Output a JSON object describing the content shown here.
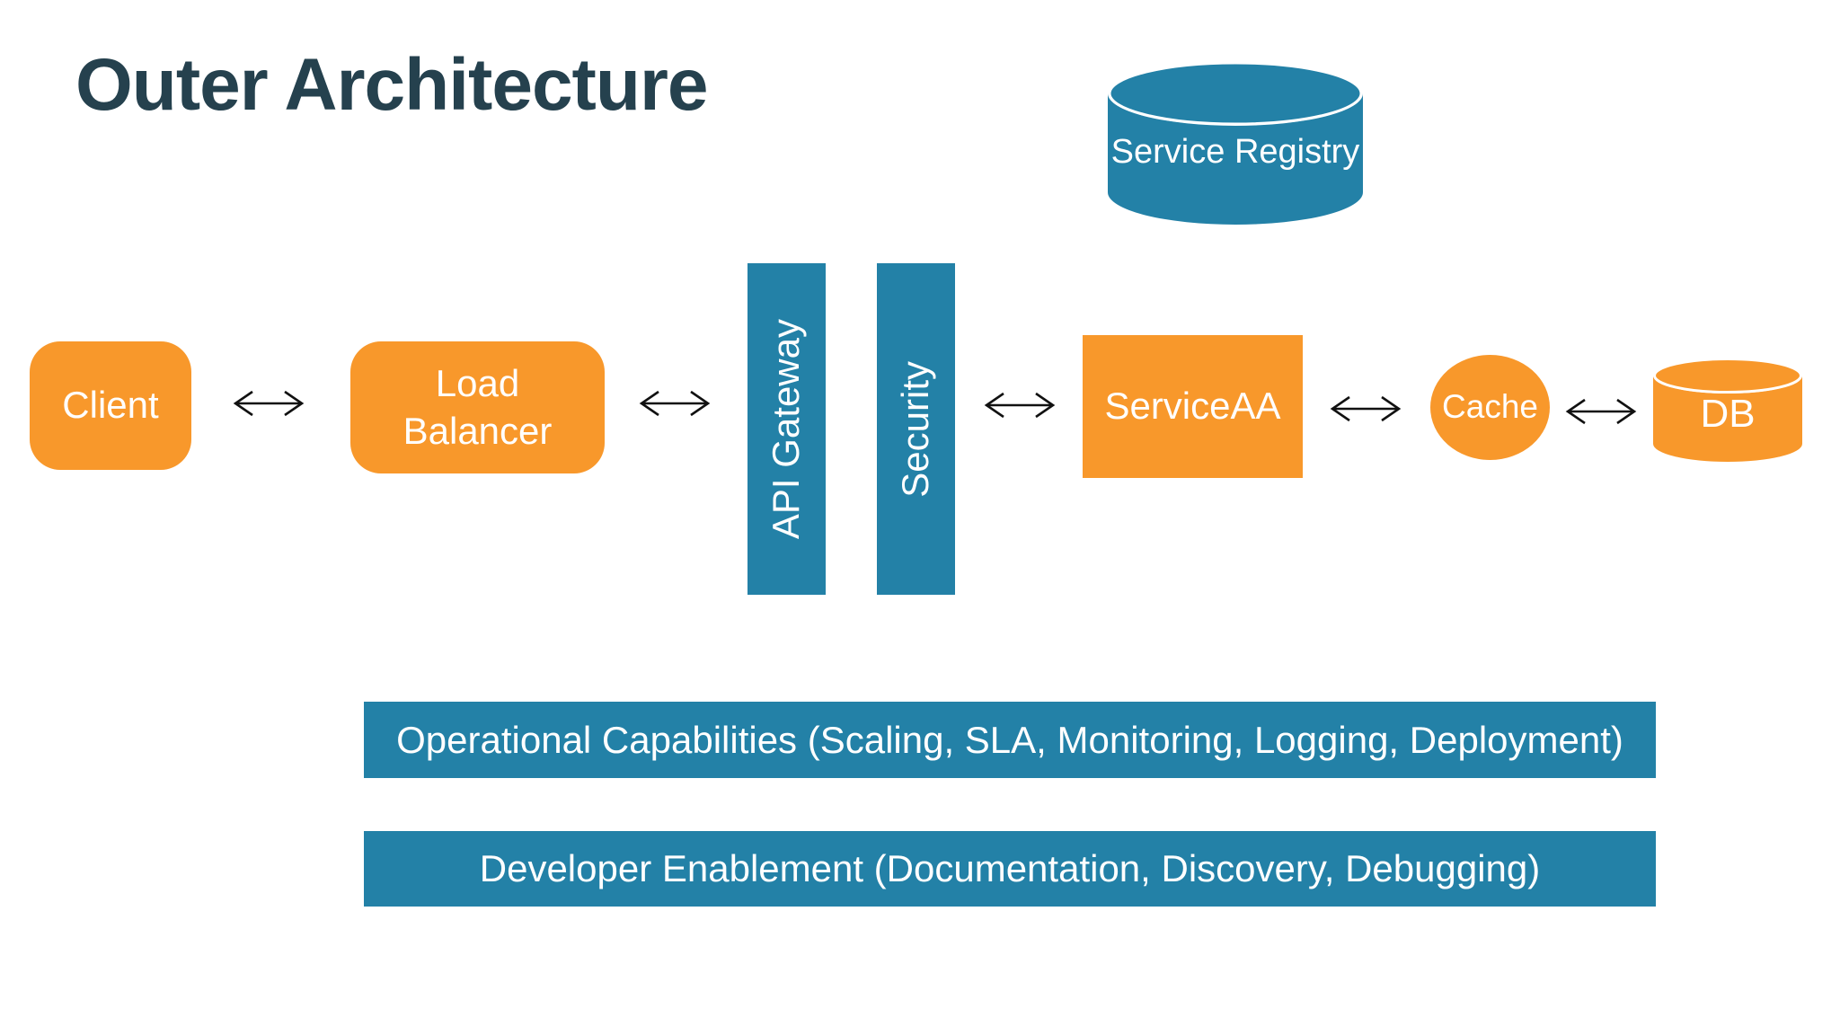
{
  "title": "Outer Architecture",
  "colors": {
    "orange": "#F8982B",
    "blue": "#2381A7",
    "title_text": "#25414E",
    "arrow": "#111111",
    "label_text": "#FFFFFF",
    "background": "#FFFFFF"
  },
  "nodes": {
    "service_registry": {
      "label": "Service Registry",
      "shape": "cylinder"
    },
    "client": {
      "label": "Client",
      "shape": "rounded-rect"
    },
    "load_balancer": {
      "label": "Load Balancer",
      "shape": "rounded-rect"
    },
    "api_gateway": {
      "label": "API Gateway",
      "shape": "vertical-bar"
    },
    "security": {
      "label": "Security",
      "shape": "vertical-bar"
    },
    "service_aa": {
      "label": "ServiceAA",
      "shape": "rect"
    },
    "cache": {
      "label": "Cache",
      "shape": "circle"
    },
    "db": {
      "label": "DB",
      "shape": "cylinder"
    }
  },
  "bands": [
    {
      "label": "Operational Capabilities (Scaling, SLA, Monitoring, Logging, Deployment)"
    },
    {
      "label": "Developer Enablement (Documentation, Discovery, Debugging)"
    }
  ]
}
